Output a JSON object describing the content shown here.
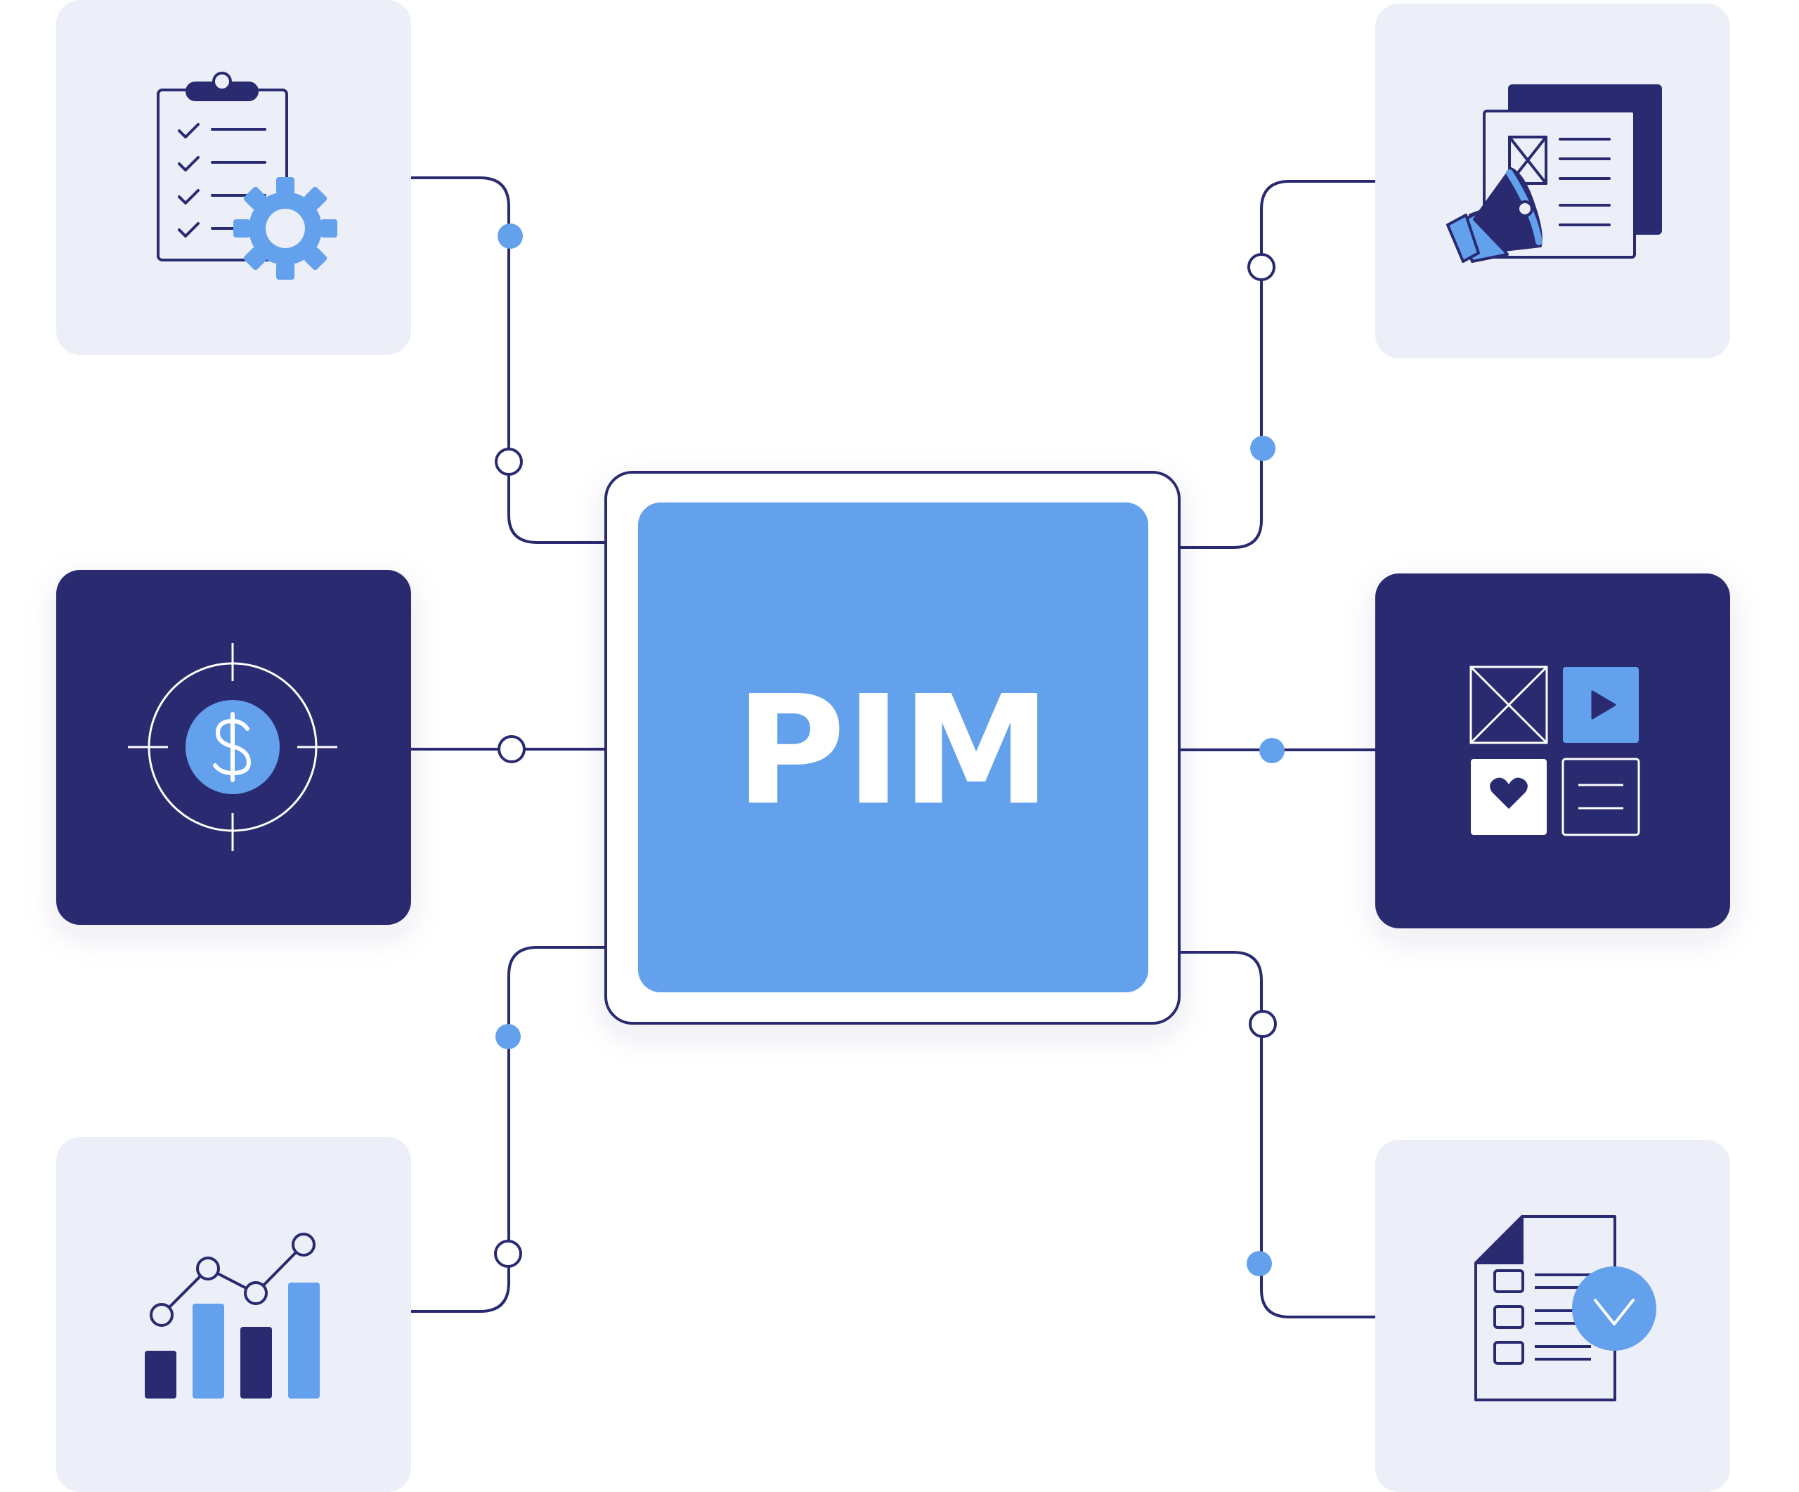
{
  "center": {
    "label": "PIM"
  },
  "nodes": [
    {
      "id": "workflow",
      "icon": "clipboard-gear-icon",
      "style": "light"
    },
    {
      "id": "marketing",
      "icon": "megaphone-documents-icon",
      "style": "light"
    },
    {
      "id": "pricing",
      "icon": "dollar-target-icon",
      "style": "dark"
    },
    {
      "id": "media",
      "icon": "media-grid-icon",
      "style": "dark"
    },
    {
      "id": "analytics",
      "icon": "growth-chart-icon",
      "style": "light"
    },
    {
      "id": "compliance",
      "icon": "document-check-icon",
      "style": "light"
    }
  ],
  "colors": {
    "navy": "#292a70",
    "blue": "#63a1ed",
    "light_tile": "#eceef8",
    "white": "#ffffff"
  }
}
